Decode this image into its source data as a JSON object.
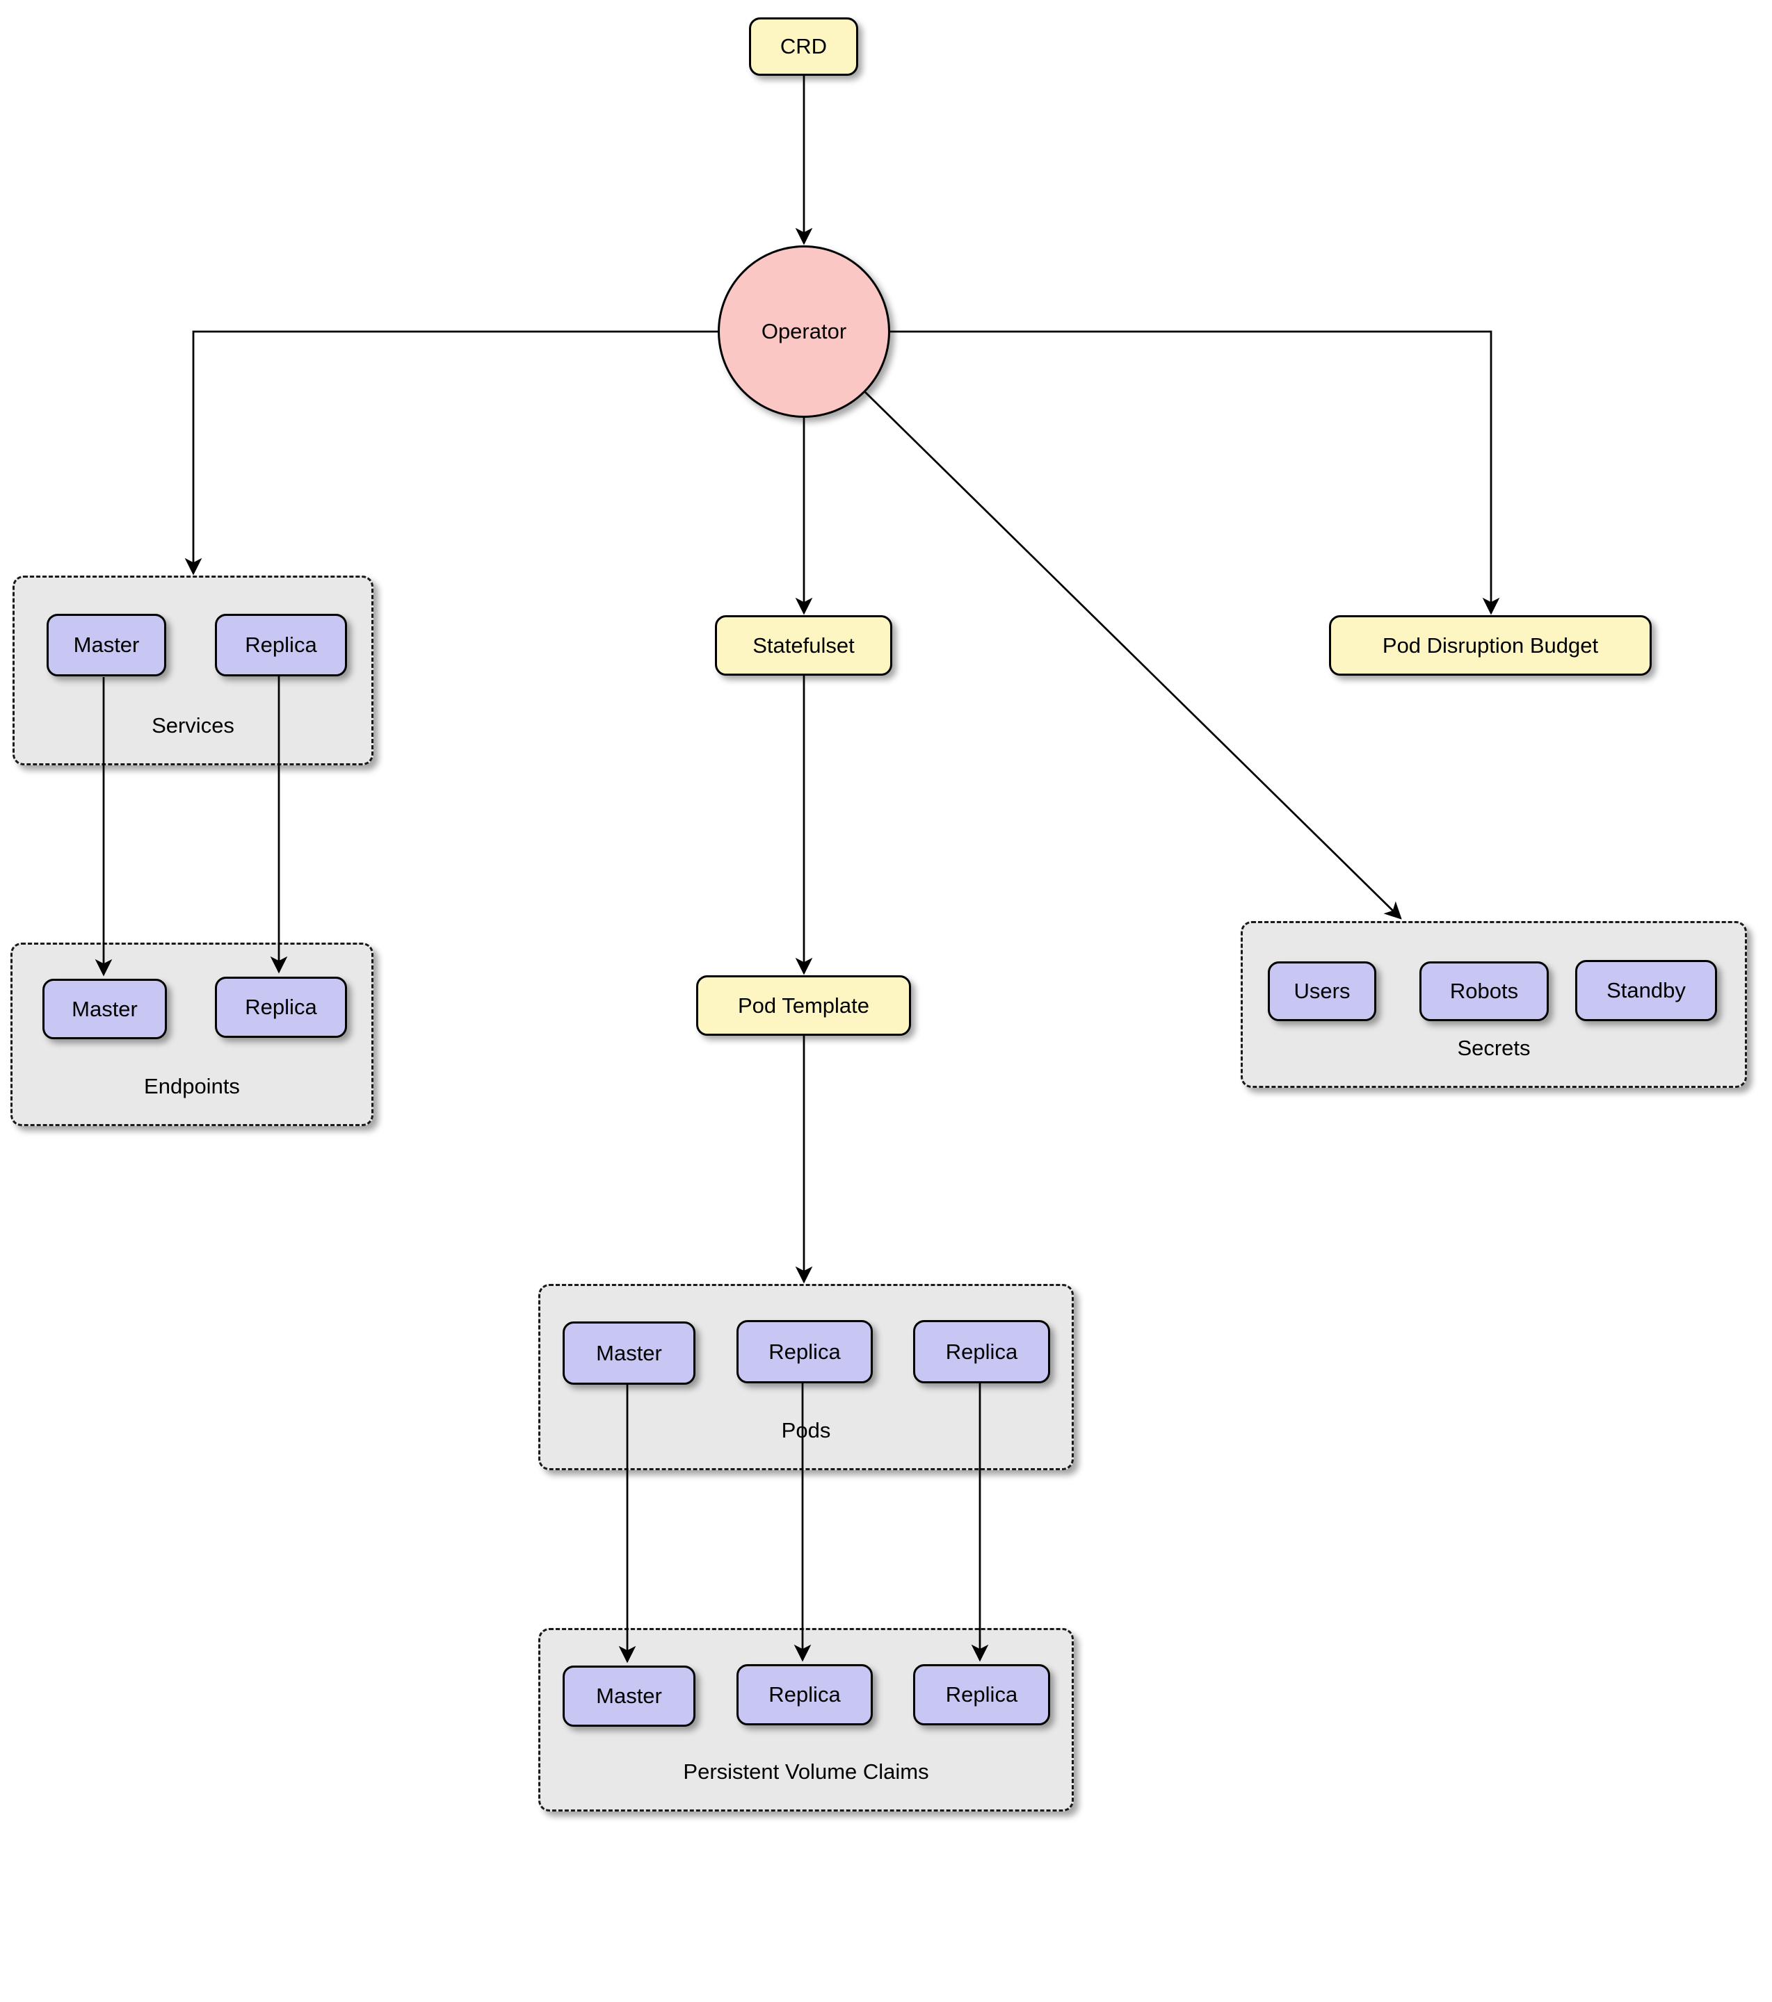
{
  "diagram": {
    "nodes": {
      "crd": {
        "label": "CRD"
      },
      "operator": {
        "label": "Operator"
      },
      "statefulset": {
        "label": "Statefulset"
      },
      "pod_disruption_budget": {
        "label": "Pod Disruption Budget"
      },
      "pod_template": {
        "label": "Pod Template"
      }
    },
    "groups": {
      "services": {
        "label": "Services",
        "items": [
          {
            "label": "Master"
          },
          {
            "label": "Replica"
          }
        ]
      },
      "endpoints": {
        "label": "Endpoints",
        "items": [
          {
            "label": "Master"
          },
          {
            "label": "Replica"
          }
        ]
      },
      "secrets": {
        "label": "Secrets",
        "items": [
          {
            "label": "Users"
          },
          {
            "label": "Robots"
          },
          {
            "label": "Standby"
          }
        ]
      },
      "pods": {
        "label": "Pods",
        "items": [
          {
            "label": "Master"
          },
          {
            "label": "Replica"
          },
          {
            "label": "Replica"
          }
        ]
      },
      "persistent_volume_claims": {
        "label": "Persistent Volume Claims",
        "items": [
          {
            "label": "Master"
          },
          {
            "label": "Replica"
          },
          {
            "label": "Replica"
          }
        ]
      }
    },
    "colors": {
      "node_fill_yellow": "#FDF6C3",
      "node_fill_purple": "#C8C6F2",
      "operator_fill": "#FAC7C5",
      "group_fill": "#E8E8E8",
      "line": "#000000"
    }
  }
}
